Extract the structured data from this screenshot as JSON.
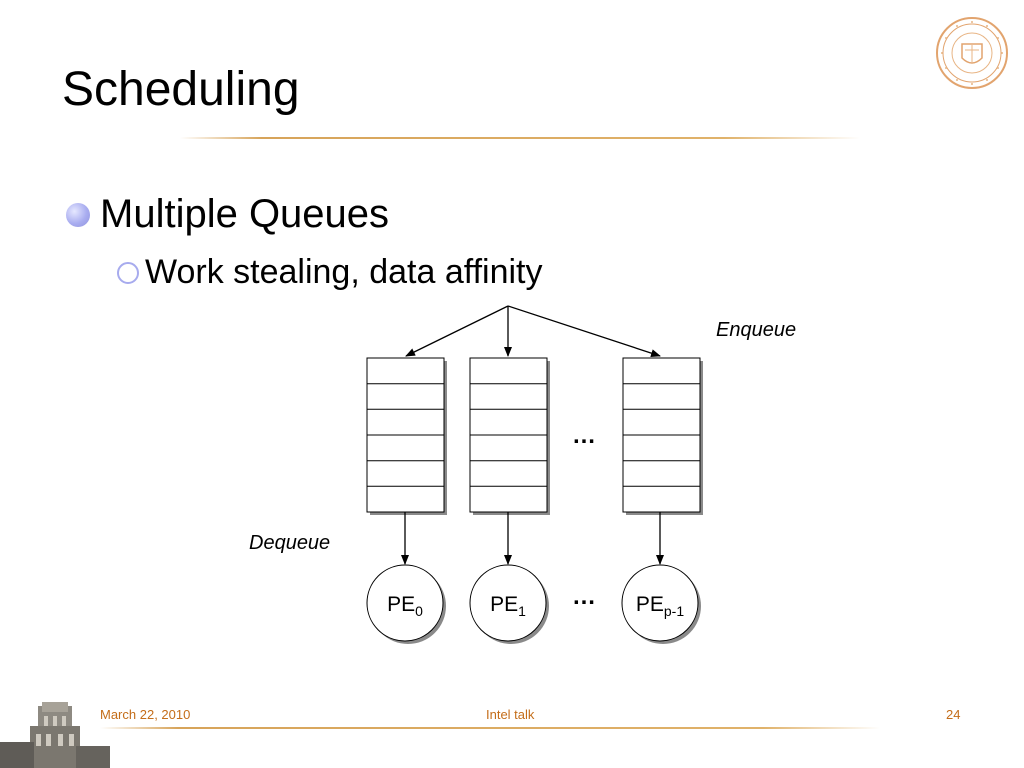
{
  "slide": {
    "title": "Scheduling",
    "bullets": [
      {
        "level": 1,
        "text": "Multiple Queues"
      },
      {
        "level": 2,
        "text": "Work stealing, data affinity"
      }
    ]
  },
  "diagram": {
    "enqueue_label": "Enqueue",
    "dequeue_label": "Dequeue",
    "ellipsis_queues": "…",
    "ellipsis_pes": "…",
    "processors": [
      {
        "base": "PE",
        "sub": "0"
      },
      {
        "base": "PE",
        "sub": "1"
      },
      {
        "base": "PE",
        "sub": "p-1"
      }
    ]
  },
  "footer": {
    "date": "March 22, 2010",
    "center": "Intel talk",
    "page": "24"
  },
  "colors": {
    "accent_rule": "#d7a45a",
    "footer_text": "#c46d19",
    "bullet_fill": "#a9adf0"
  }
}
